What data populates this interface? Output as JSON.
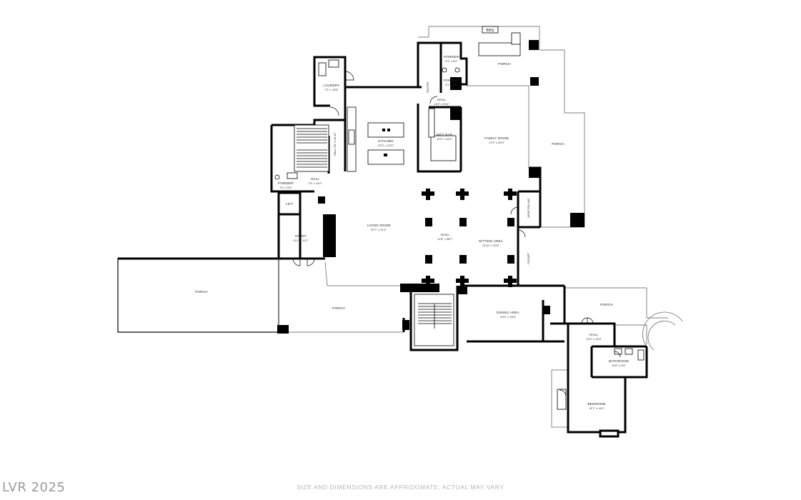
{
  "rooms": {
    "laundry": {
      "name": "LAUNDRY",
      "dim": "7'3\" x 16'5\""
    },
    "kitchen": {
      "name": "KITCHEN",
      "dim": "22'5\" x 22'5\""
    },
    "powder_a": {
      "name": "POWDER",
      "dim": "5'1\" x 8'2\""
    },
    "powder_b": {
      "name": "POWDER",
      "dim": "5'1\" x 4'8\""
    },
    "hall_top": {
      "name": "HALL",
      "dim": "13'2\" x 3'11\""
    },
    "wet_bar": {
      "name": "WET BAR",
      "dim": "10'9\" x 16'3\""
    },
    "family_room": {
      "name": "FAMILY ROOM",
      "dim": "17'9\" x 30'3\""
    },
    "hall_left": {
      "name": "HALL",
      "dim": "7'9\" x 14'0\""
    },
    "powder_left": {
      "name": "POWDER",
      "dim": "7'0\" x 5'3\""
    },
    "lift": {
      "name": "LIFT"
    },
    "study": {
      "name": "STUDY",
      "dim": "11'4\" x 11'2\""
    },
    "living_room": {
      "name": "LIVING ROOM",
      "dim": "20'7\" x 31'1\""
    },
    "hall_center": {
      "name": "HALL",
      "dim": "11'8\" x 38'7\""
    },
    "sitting_area": {
      "name": "SITTING AREA",
      "dim": "13'10\" x 22'8\""
    },
    "dining_area": {
      "name": "DINING AREA",
      "dim": "23'0\" x 15'5\""
    },
    "hall_right": {
      "name": "HALL",
      "dim": "13'3\" x 15'3\""
    },
    "bathroom": {
      "name": "BATHROOM",
      "dim": "14'0\" x 6'5\""
    },
    "bedroom": {
      "name": "BEDROOM",
      "dim": "15'7\" x 14'2\""
    }
  },
  "porches": {
    "top": "PORCH",
    "right": "PORCH",
    "left": "PORCH",
    "center": "PORCH",
    "bedroom": "PORCH"
  },
  "vertical_labels": {
    "hall_stair": "HALL 3'6\" x 13'11\"",
    "wine_cellar": "WINE CELLAR",
    "closet": "CLOSET",
    "pantry": "PANTRY"
  },
  "fixtures": {
    "bbq": "BBQ"
  },
  "footer": {
    "brand": "LVR 2025",
    "disclaimer": "SIZE AND DIMENSIONS ARE APPROXIMATE, ACTUAL MAY VARY"
  }
}
